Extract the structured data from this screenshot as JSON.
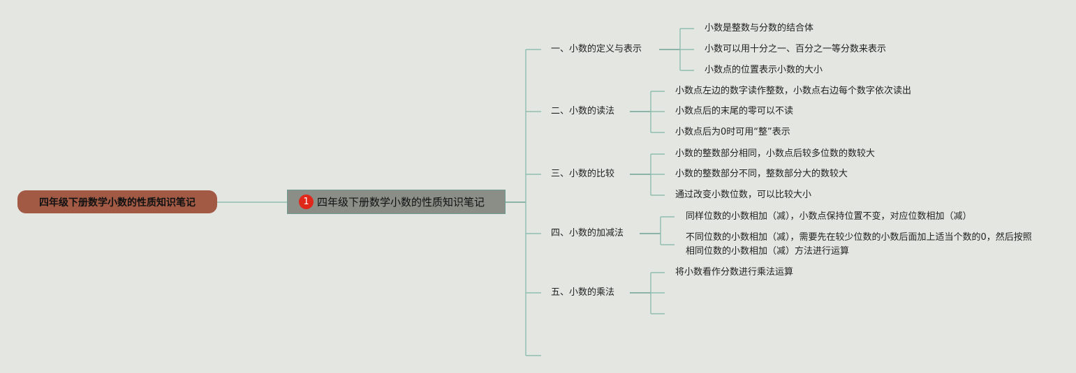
{
  "root_label": "四年级下册数学小数的性质知识笔记",
  "center": {
    "badge": "1",
    "label": "四年级下册数学小数的性质知识笔记"
  },
  "sections": [
    {
      "label": "一、小数的定义与表示",
      "items": [
        "小数是整数与分数的结合体",
        "小数可以用十分之一、百分之一等分数来表示",
        "小数点的位置表示小数的大小"
      ]
    },
    {
      "label": "二、小数的读法",
      "items": [
        "小数点左边的数字读作整数，小数点右边每个数字依次读出",
        "小数点后的末尾的零可以不读",
        "小数点后为0时可用“整”表示"
      ]
    },
    {
      "label": "三、小数的比较",
      "items": [
        "小数的整数部分相同，小数点后较多位数的数较大",
        "小数的整数部分不同，整数部分大的数较大",
        "通过改变小数位数，可以比较大小"
      ]
    },
    {
      "label": "四、小数的加减法",
      "items": [
        "同样位数的小数相加（减），小数点保持位置不变，对应位数相加（减）",
        "不同位数的小数相加（减），需要先在较少位数的小数后面加上适当个数的0，然后按照相同位数的小数相加（减）方法进行运算"
      ]
    },
    {
      "label": "五、小数的乘法",
      "items": [
        "将小数看作分数进行乘法运算",
        "",
        ""
      ]
    }
  ]
}
